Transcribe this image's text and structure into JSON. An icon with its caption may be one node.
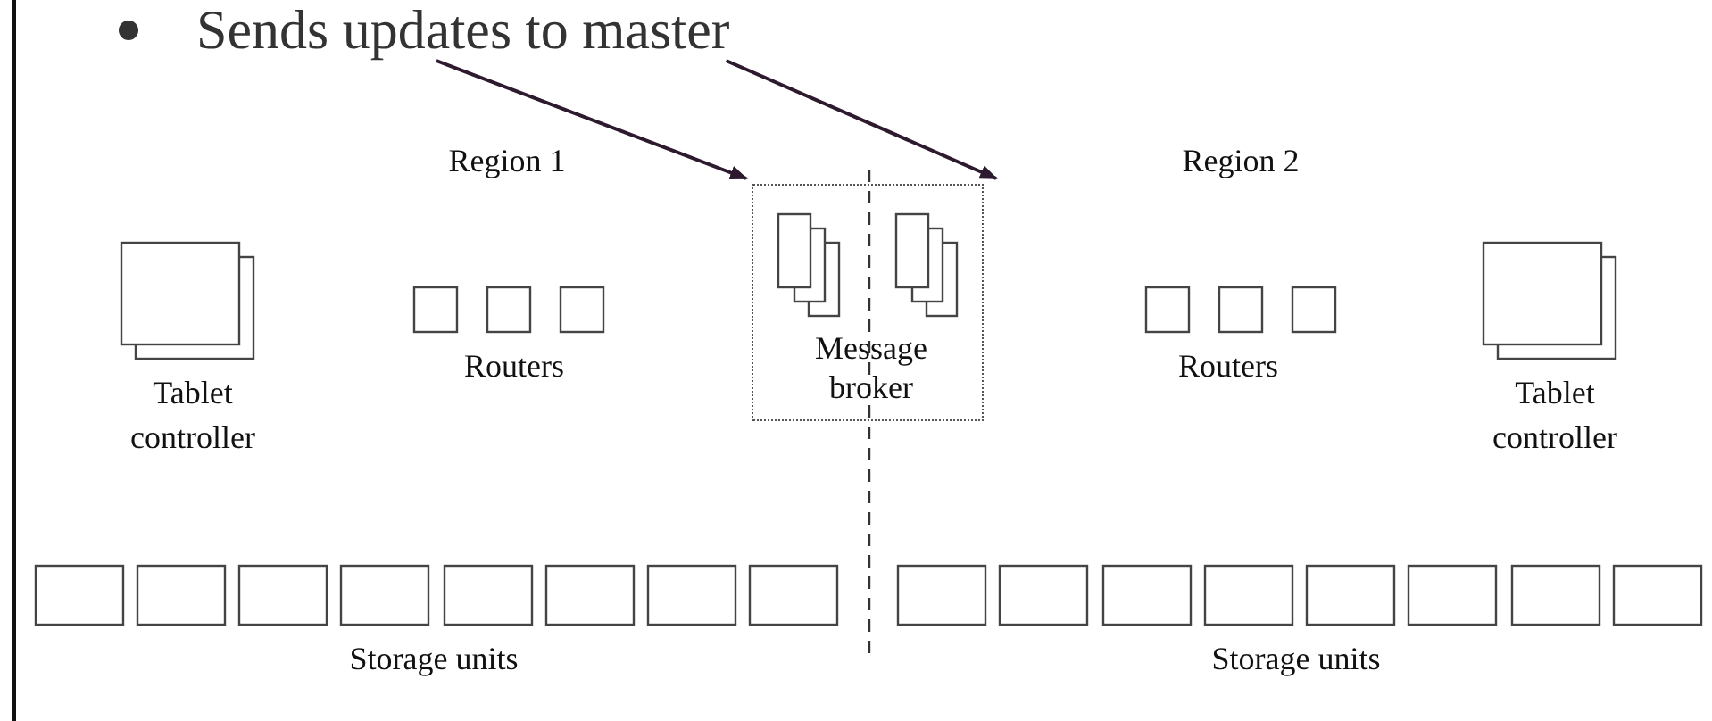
{
  "diagram": {
    "nodes": [
      {
        "text": [
          "Sends updates to master"
        ]
      },
      {
        "text": [
          "Message broker"
        ]
      }
    ],
    "edges": [
      {
        "from": 0,
        "to": 1,
        "arrow": "to"
      },
      {
        "from": 0,
        "to": 1,
        "arrow": "to"
      }
    ],
    "labels": [
      "Region 1",
      "Region 2",
      "Tablet controller",
      "Routers",
      "Routers",
      "Tablet controller",
      "Storage units",
      "Storage units"
    ]
  }
}
